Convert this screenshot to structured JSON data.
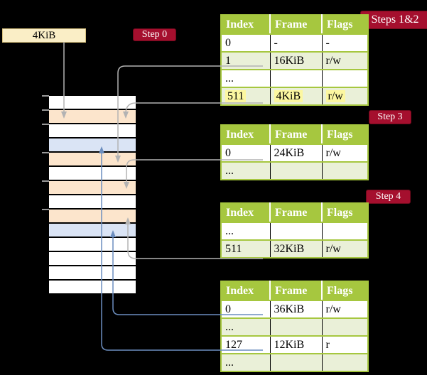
{
  "frame_label": {
    "text": "4KiB"
  },
  "badges": {
    "step0": "Step 0",
    "steps12": "Steps 1&2",
    "step3": "Step 3",
    "step4": "Step 4"
  },
  "tables": [
    {
      "name": "page-table-root",
      "headers": [
        "Index",
        "Frame",
        "Flags"
      ],
      "rows": [
        {
          "cells": [
            "0",
            "-",
            "-"
          ],
          "shade": false,
          "highlight": false
        },
        {
          "cells": [
            "1",
            "16KiB",
            "r/w"
          ],
          "shade": true,
          "highlight": false
        },
        {
          "cells": [
            "...",
            "",
            ""
          ],
          "shade": false,
          "highlight": false
        },
        {
          "cells": [
            "511",
            "4KiB",
            "r/w"
          ],
          "shade": true,
          "highlight": true
        }
      ]
    },
    {
      "name": "page-table-level-2",
      "headers": [
        "Index",
        "Frame",
        "Flags"
      ],
      "rows": [
        {
          "cells": [
            "0",
            "24KiB",
            "r/w"
          ],
          "shade": false,
          "highlight": false
        },
        {
          "cells": [
            "...",
            "",
            ""
          ],
          "shade": true,
          "highlight": false
        }
      ]
    },
    {
      "name": "page-table-level-3",
      "headers": [
        "Index",
        "Frame",
        "Flags"
      ],
      "rows": [
        {
          "cells": [
            "...",
            "",
            ""
          ],
          "shade": false,
          "highlight": false
        },
        {
          "cells": [
            "511",
            "32KiB",
            "r/w"
          ],
          "shade": true,
          "highlight": false
        }
      ]
    },
    {
      "name": "page-table-level-4",
      "headers": [
        "Index",
        "Frame",
        "Flags"
      ],
      "rows": [
        {
          "cells": [
            "0",
            "36KiB",
            "r/w"
          ],
          "shade": false,
          "highlight": false
        },
        {
          "cells": [
            "...",
            "",
            ""
          ],
          "shade": true,
          "highlight": false
        },
        {
          "cells": [
            "127",
            "12KiB",
            "r"
          ],
          "shade": false,
          "highlight": false
        },
        {
          "cells": [
            "...",
            "",
            ""
          ],
          "shade": true,
          "highlight": false
        }
      ]
    }
  ],
  "memory": {
    "rows": [
      {
        "type": "free"
      },
      {
        "type": "pagetable"
      },
      {
        "type": "free"
      },
      {
        "type": "datapage"
      },
      {
        "type": "pagetable"
      },
      {
        "type": "free"
      },
      {
        "type": "pagetable"
      },
      {
        "type": "free"
      },
      {
        "type": "pagetable"
      },
      {
        "type": "datapage"
      },
      {
        "type": "free"
      },
      {
        "type": "free"
      },
      {
        "type": "free"
      },
      {
        "type": "free"
      }
    ]
  },
  "colors": {
    "bg": "#000000",
    "badge_bg": "#a50f2e",
    "badge_border": "#6e0a1c",
    "badge_text": "#ffffff",
    "table_green": "#a6c73f",
    "table_row": "#ffffff",
    "table_row_alt": "#eaf0d8",
    "highlight": "#fcf7a0",
    "frame_box_bg": "#faeec6",
    "frame_box_border": "#d9c27e",
    "mem_free": "#ffffff",
    "mem_pagetable": "#fce5cc",
    "mem_datapage": "#dae4f5",
    "connector_gray": "#b3b3b3",
    "connector_blue": "#6c8ebf",
    "tick_gray": "#999999"
  }
}
